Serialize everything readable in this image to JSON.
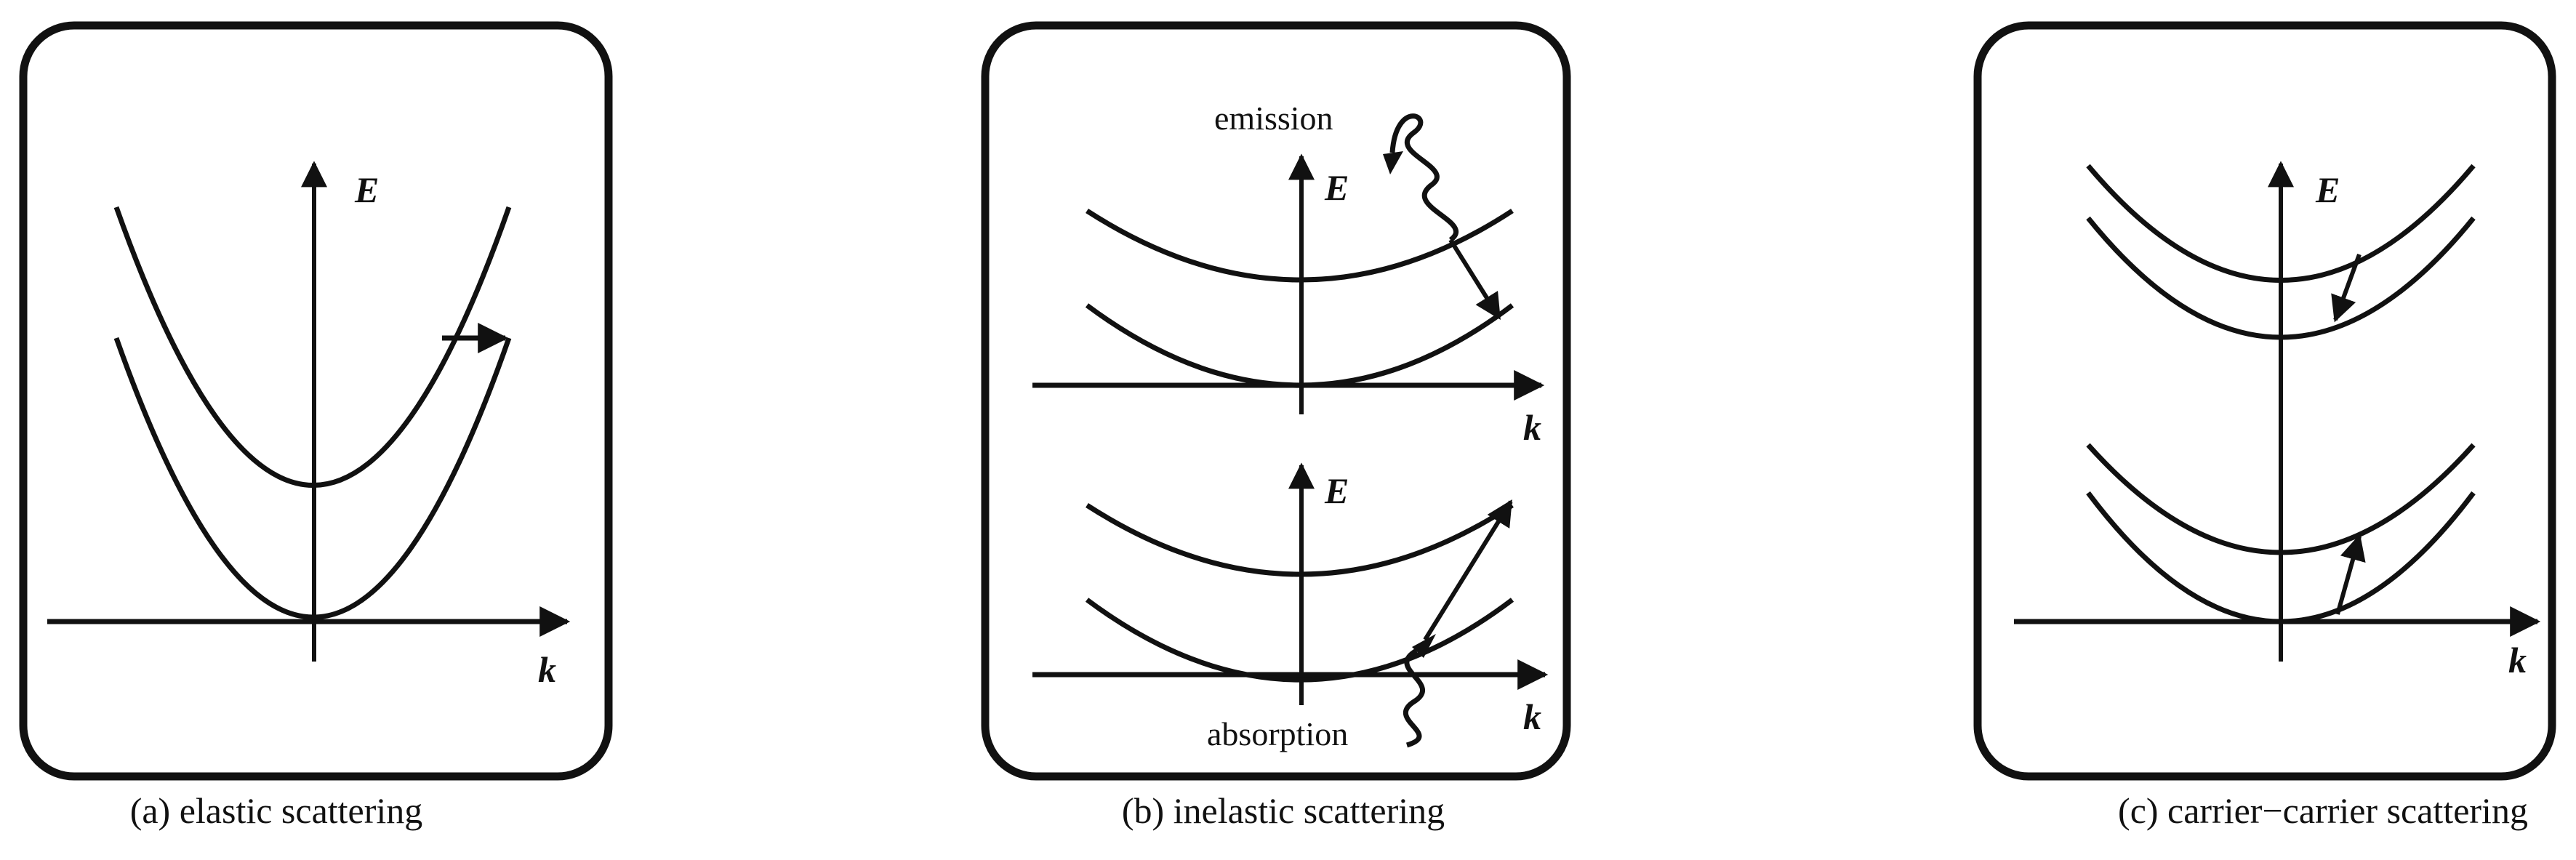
{
  "colors": {
    "ink": "#111111",
    "background": "#ffffff"
  },
  "panels": [
    {
      "id": "a",
      "caption": "(a) elastic scattering",
      "axis_e": "E",
      "axis_k": "k"
    },
    {
      "id": "b",
      "caption": "(b) inelastic scattering",
      "axis_e": "E",
      "axis_k": "k",
      "emission_label": "emission",
      "absorption_label": "absorption"
    },
    {
      "id": "c",
      "caption": "(c) carrier−carrier scattering",
      "axis_e": "E",
      "axis_k": "k"
    }
  ]
}
